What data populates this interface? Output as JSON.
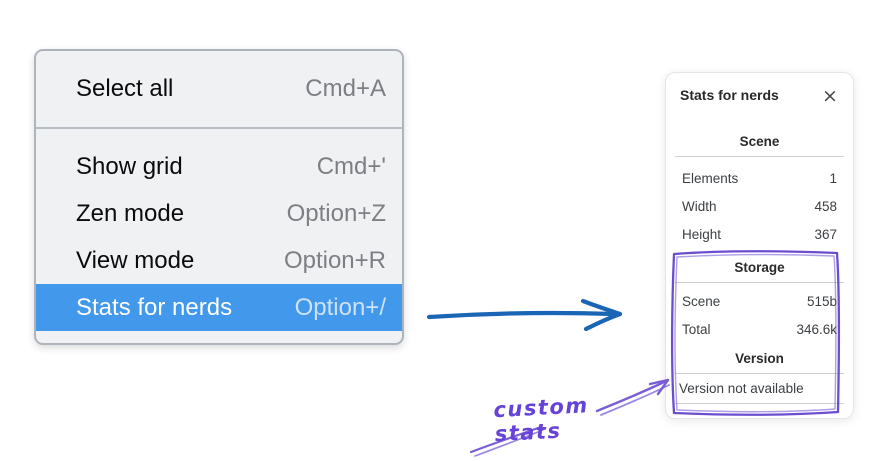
{
  "context_menu": {
    "sections": [
      {
        "items": [
          {
            "label": "Select all",
            "shortcut": "Cmd+A"
          }
        ]
      },
      {
        "items": [
          {
            "label": "Show grid",
            "shortcut": "Cmd+'"
          },
          {
            "label": "Zen mode",
            "shortcut": "Option+Z"
          },
          {
            "label": "View mode",
            "shortcut": "Option+R"
          },
          {
            "label": "Stats for nerds",
            "shortcut": "Option+/",
            "highlighted": true
          }
        ]
      }
    ]
  },
  "stats_panel": {
    "title": "Stats for nerds",
    "close_icon": "×",
    "sections": [
      {
        "heading": "Scene",
        "rows": [
          {
            "label": "Elements",
            "value": "1"
          },
          {
            "label": "Width",
            "value": "458"
          },
          {
            "label": "Height",
            "value": "367"
          }
        ]
      },
      {
        "heading": "Storage",
        "rows": [
          {
            "label": "Scene",
            "value": "515b"
          },
          {
            "label": "Total",
            "value": "346.6k"
          }
        ]
      },
      {
        "heading": "Version",
        "note": "Version not available"
      }
    ]
  },
  "annotation": {
    "label": "custom stats"
  },
  "colors": {
    "menu_background": "#f0f1f3",
    "menu_highlight": "#4298ea",
    "menu_shortcut_gray": "#7d7f84",
    "arrow_blue": "#1a66b5",
    "annotation_purple": "#6b4ecf",
    "panel_divider": "#ccd1d7"
  }
}
